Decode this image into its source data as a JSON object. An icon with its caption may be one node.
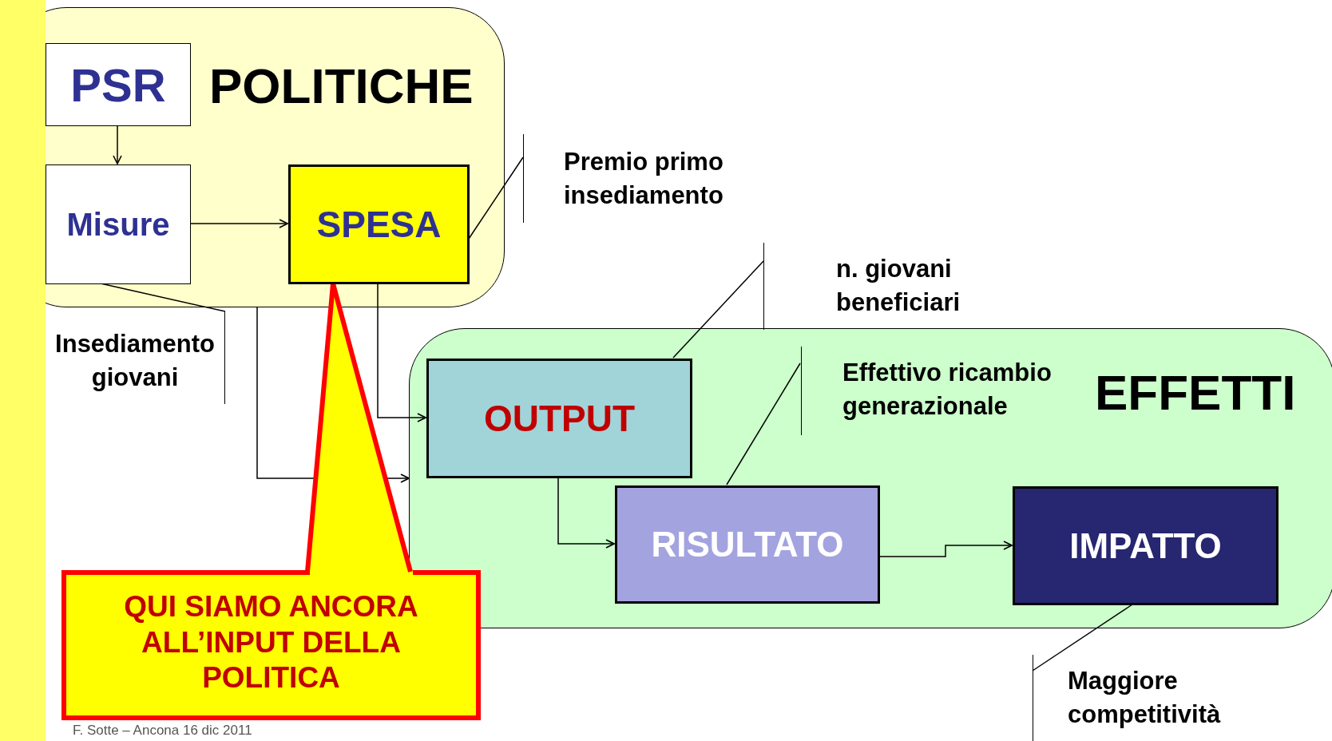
{
  "diagram": {
    "nodes": [
      {
        "text": [
          "POLITICHE"
        ]
      },
      {
        "text": [
          "PSR"
        ],
        "in": 0
      },
      {
        "text": [
          "Misure"
        ],
        "in": 0
      },
      {
        "text": [
          "SPESA"
        ],
        "in": 0
      },
      {
        "text": [
          "EFFETTI"
        ]
      },
      {
        "text": [
          "OUTPUT"
        ],
        "in": 4
      },
      {
        "text": [
          "RISULTATO"
        ],
        "in": 4
      },
      {
        "text": [
          "IMPATTO"
        ],
        "in": 4
      },
      {
        "text": [
          "Premio primo insediamento"
        ]
      },
      {
        "text": [
          "n. giovani beneficiari"
        ]
      },
      {
        "text": [
          "Effettivo ricambio generazionale"
        ],
        "in": 4
      },
      {
        "text": [
          "Insediamento giovani"
        ]
      },
      {
        "text": [
          "Maggiore competitività"
        ]
      },
      {
        "text": [
          "QUI SIAMO ANCORA ALL’INPUT DELLA POLITICA"
        ]
      },
      {
        "text": [],
        "shape": "bar"
      }
    ],
    "edges": [
      {
        "from": 1,
        "to": 2,
        "arrow": "to"
      },
      {
        "from": 2,
        "to": 3,
        "arrow": "to"
      },
      {
        "from": 3,
        "to": 5,
        "arrow": "to"
      },
      {
        "from": 0,
        "to": 4,
        "arrow": "to"
      },
      {
        "from": 5,
        "to": 6,
        "arrow": "to"
      },
      {
        "from": 6,
        "to": 7,
        "arrow": "to"
      },
      {
        "from": 8,
        "to": 3,
        "arrow": "none"
      },
      {
        "from": 9,
        "to": 5,
        "arrow": "none"
      },
      {
        "from": 10,
        "to": 6,
        "arrow": "none"
      },
      {
        "from": 11,
        "to": 2,
        "arrow": "none"
      },
      {
        "from": 12,
        "to": 7,
        "arrow": "none"
      },
      {
        "from": 13,
        "to": 3,
        "arrow": "none",
        "style": "thick",
        "color": "#ff0000"
      }
    ],
    "labels": [
      "F. Sotte – Ancona 16 dic 2011"
    ]
  }
}
